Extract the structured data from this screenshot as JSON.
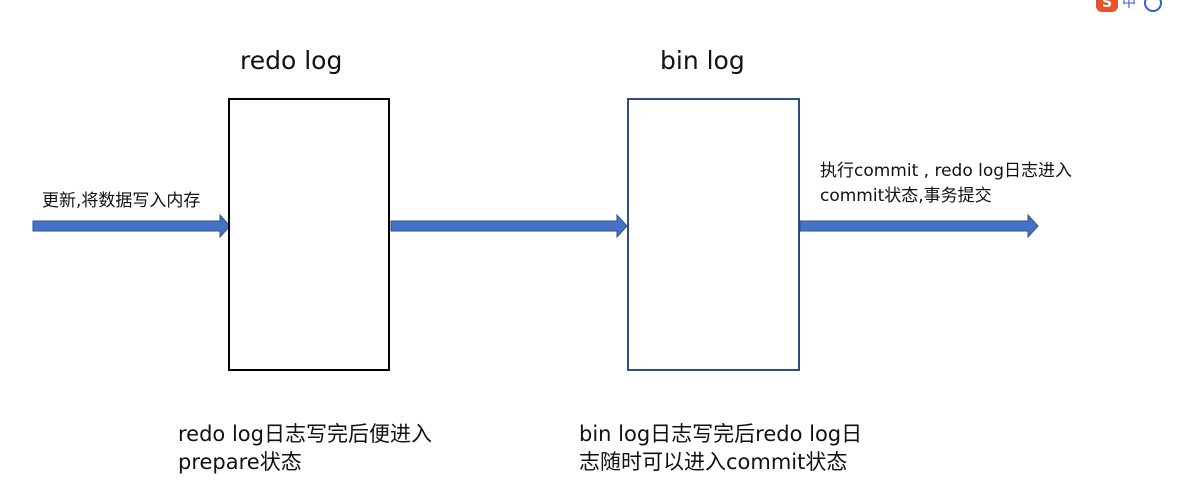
{
  "diagram": {
    "redo_title": "redo log",
    "bin_title": "bin log",
    "input_label": "更新,将数据写入内存",
    "commit_label_line1": "执行commit , redo log日志进入",
    "commit_label_line2": "commit状态,事务提交",
    "redo_note_line1": "redo log日志写完后便进入",
    "redo_note_line2": "prepare状态",
    "bin_note_line1": "bin log日志写完后redo log日",
    "bin_note_line2": "志随时可以进入commit状态"
  },
  "colors": {
    "arrow_fill": "#4472c4",
    "arrow_stroke": "#2f528f",
    "bin_box_border": "#2f4b8c",
    "redo_box_border": "#000000"
  },
  "ime_toolbar": {
    "logo": "S",
    "mode": "中"
  }
}
